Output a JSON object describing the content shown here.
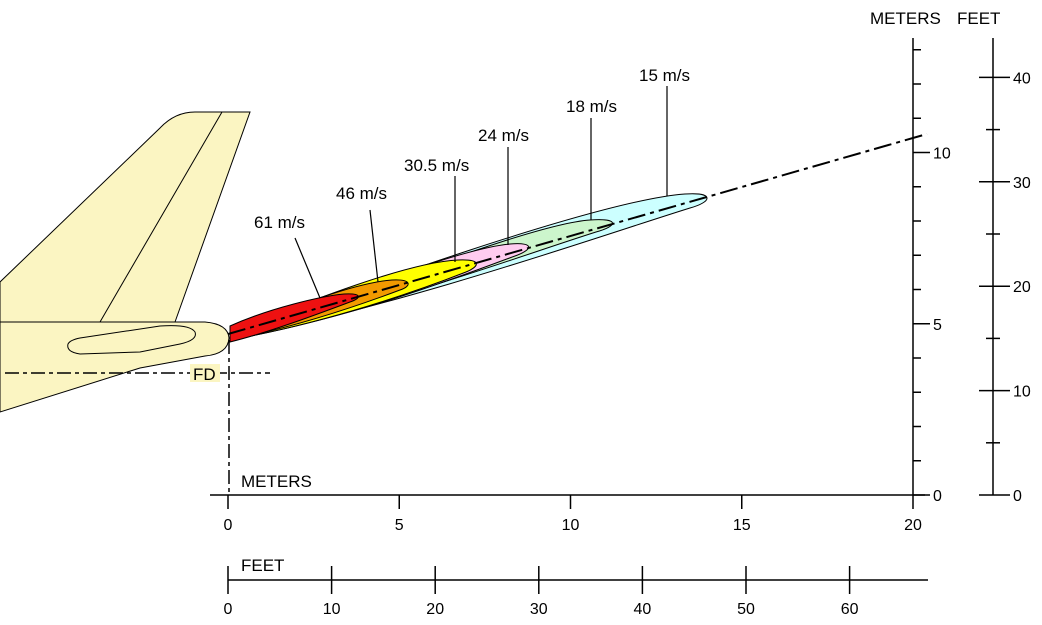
{
  "labels": {
    "meters_right": "METERS",
    "feet_right": "FEET",
    "meters_axis": "METERS",
    "feet_axis": "FEET",
    "fd": "FD"
  },
  "velocity_contours": [
    {
      "label": "15 m/s",
      "color": "#ccffff"
    },
    {
      "label": "18 m/s",
      "color": "#ccf5cc"
    },
    {
      "label": "24 m/s",
      "color": "#ffccf0"
    },
    {
      "label": "30.5 m/s",
      "color": "#ffff00"
    },
    {
      "label": "46 m/s",
      "color": "#f29a00"
    },
    {
      "label": "61 m/s",
      "color": "#ee1111"
    }
  ],
  "axes": {
    "x_meters_ticks": [
      "0",
      "5",
      "10",
      "15",
      "20"
    ],
    "x_feet_ticks": [
      "0",
      "10",
      "20",
      "30",
      "40",
      "50",
      "60"
    ],
    "y_meters_ticks": [
      "0",
      "5",
      "10"
    ],
    "y_feet_ticks": [
      "0",
      "10",
      "20",
      "30",
      "40"
    ]
  },
  "colors": {
    "aircraft": "#fbf5c2",
    "line": "#000000"
  }
}
